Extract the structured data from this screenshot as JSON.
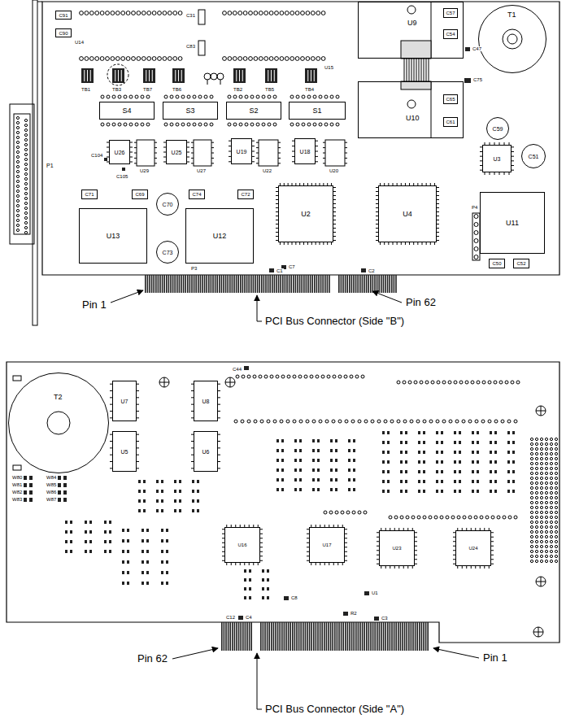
{
  "diagram": {
    "nodes": [
      {
        "text": [
          "U9"
        ]
      },
      {
        "text": [
          "C57"
        ],
        "in": 0
      },
      {
        "text": [
          "C54"
        ],
        "in": 0
      },
      {
        "text": [
          "U10"
        ]
      },
      {
        "text": [
          "C65"
        ],
        "in": 3
      },
      {
        "text": [
          "C61"
        ],
        "in": 3
      },
      {
        "text": [
          "T1"
        ]
      },
      {
        "text": [
          "C91"
        ]
      },
      {
        "text": [
          "C90"
        ]
      },
      {
        "text": [
          "S4"
        ]
      },
      {
        "text": [
          "S3"
        ]
      },
      {
        "text": [
          "S2"
        ]
      },
      {
        "text": [
          "S1"
        ]
      },
      {
        "text": [
          "U26"
        ]
      },
      {
        "text": [
          "U25"
        ]
      },
      {
        "text": [
          "U19"
        ]
      },
      {
        "text": [
          "U18"
        ]
      },
      {
        "text": [
          "C71"
        ]
      },
      {
        "text": [
          "C69"
        ]
      },
      {
        "text": [
          "C74"
        ]
      },
      {
        "text": [
          "C72"
        ]
      },
      {
        "text": [
          "C70"
        ]
      },
      {
        "text": [
          "C73"
        ]
      },
      {
        "text": [
          "U13"
        ]
      },
      {
        "text": [
          "U12"
        ]
      },
      {
        "text": [
          "U2"
        ]
      },
      {
        "text": [
          "U4"
        ]
      },
      {
        "text": [
          "C59"
        ]
      },
      {
        "text": [
          "U3"
        ]
      },
      {
        "text": [
          "C51"
        ]
      },
      {
        "text": [
          "U11"
        ]
      },
      {
        "text": [
          "C50"
        ]
      },
      {
        "text": [
          "C52"
        ]
      },
      {
        "text": [
          "T2"
        ]
      },
      {
        "text": [
          "U7"
        ]
      },
      {
        "text": [
          "U8"
        ]
      },
      {
        "text": [
          "U5"
        ]
      },
      {
        "text": [
          "U6"
        ]
      },
      {
        "text": [
          "U16"
        ]
      },
      {
        "text": [
          "U17"
        ]
      },
      {
        "text": [
          "U23"
        ]
      },
      {
        "text": [
          "U24"
        ]
      }
    ],
    "labels": [
      "C31",
      "C83",
      "U14",
      "U15",
      "TB1",
      "TB3",
      "TB7",
      "TB6",
      "TB2",
      "TB5",
      "TB4",
      "U29",
      "U27",
      "U22",
      "U20",
      "C104",
      "C105",
      "P1",
      "P3",
      "P4",
      "C75",
      "C47",
      "C1",
      "C7",
      "C2",
      "Pin 1",
      "Pin 62",
      "PCI Bus Connector (Side \"B\")",
      "C44",
      "W80",
      "W81",
      "W82",
      "W83",
      "W84",
      "W85",
      "W86",
      "W87",
      "U1",
      "R2",
      "C3",
      "C8",
      "C4",
      "C12",
      "Pin 62",
      "Pin 1",
      "PCI Bus Connector (Side \"A\")"
    ]
  }
}
